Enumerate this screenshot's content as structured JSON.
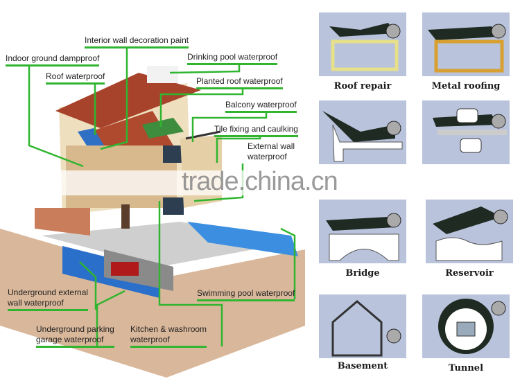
{
  "house_labels": {
    "interior_wall": "Interior wall decoration paint",
    "indoor_ground": "Indoor ground dampproof",
    "roof": "Roof waterproof",
    "drinking_pool": "Drinking pool waterproof",
    "planted_roof": "Planted roof waterproof",
    "balcony": "Balcony waterproof",
    "tile_fixing": "Tile fixing and caulking",
    "external_wall_1": "External wall",
    "external_wall_2": "waterproof",
    "underground_wall_1": "Underground external",
    "underground_wall_2": "wall waterproof",
    "swimming_pool": "Swimming pool waterproof",
    "parking_1": "Underground parking",
    "parking_2": "garage waterproof",
    "kitchen_1": "Kitchen & washroom",
    "kitchen_2": "waterproof"
  },
  "applications": [
    {
      "label": "Roof repair"
    },
    {
      "label": "Metal roofing"
    },
    {
      "label": ""
    },
    {
      "label": ""
    },
    {
      "label": "Bridge"
    },
    {
      "label": "Reservoir"
    },
    {
      "label": "Basement"
    },
    {
      "label": "Tunnel"
    }
  ],
  "watermark": "trade.china.cn",
  "colors": {
    "leader": "#2fb52f",
    "tile": "#b9c3dc",
    "roof": "#a8432b"
  }
}
